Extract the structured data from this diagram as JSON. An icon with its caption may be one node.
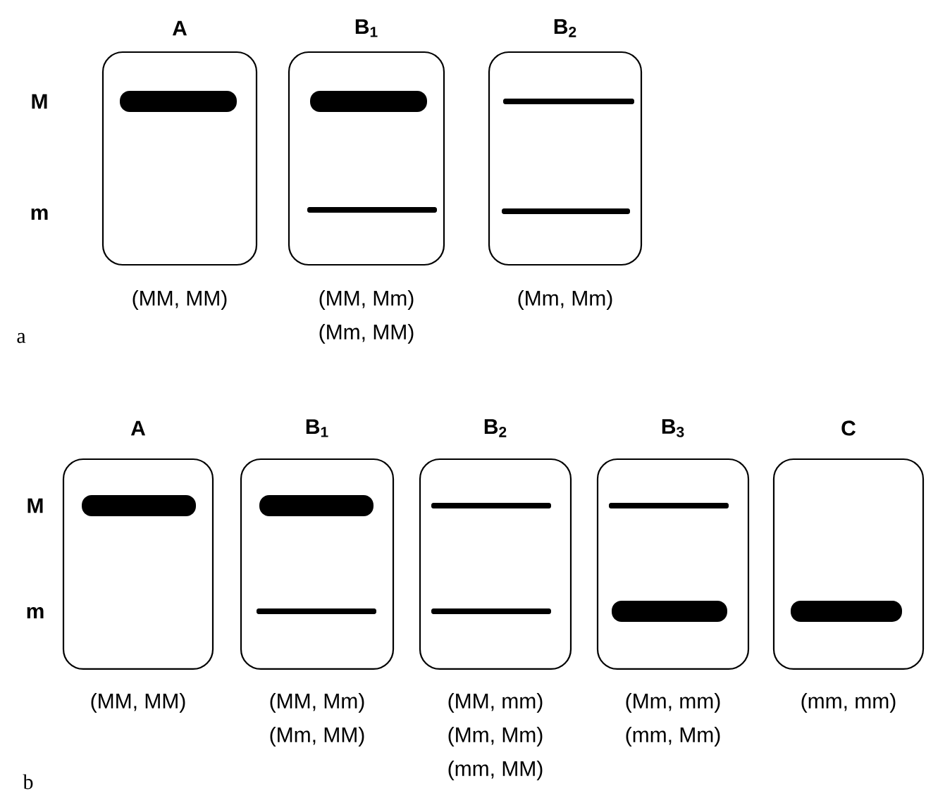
{
  "diagram": {
    "nodes": [
      {
        "text": [
          "A"
        ],
        "beside": [
          "(MM, MM)"
        ]
      },
      {
        "text": [],
        "shape": "bar",
        "in": 0
      },
      {
        "text": [
          "B$_{1}$"
        ],
        "beside": [
          "(MM, Mm)",
          "(Mm, MM)"
        ]
      },
      {
        "text": [],
        "shape": "bar",
        "in": 2
      },
      {
        "text": [],
        "shape": "line",
        "in": 2
      },
      {
        "text": [
          "B$_{2}$"
        ],
        "beside": [
          "(Mm, Mm)"
        ]
      },
      {
        "text": [],
        "shape": "line",
        "in": 5
      },
      {
        "text": [],
        "shape": "line",
        "in": 5
      },
      {
        "text": [
          "A"
        ],
        "beside": [
          "(MM, MM)"
        ]
      },
      {
        "text": [],
        "shape": "bar",
        "in": 8
      },
      {
        "text": [
          "B$_{1}$"
        ],
        "beside": [
          "(MM, Mm)",
          "(Mm, MM)"
        ]
      },
      {
        "text": [],
        "shape": "bar",
        "in": 10
      },
      {
        "text": [],
        "shape": "line",
        "in": 10
      },
      {
        "text": [
          "B$_{2}$"
        ],
        "beside": [
          "(MM, mm)",
          "(Mm, Mm)",
          "(mm, MM)"
        ]
      },
      {
        "text": [],
        "shape": "line",
        "in": 13
      },
      {
        "text": [],
        "shape": "line",
        "in": 13
      },
      {
        "text": [
          "B$_{3}$"
        ],
        "beside": [
          "(Mm, mm)",
          "(mm, Mm)"
        ]
      },
      {
        "text": [],
        "shape": "line",
        "in": 16
      },
      {
        "text": [],
        "shape": "bar",
        "in": 16
      },
      {
        "text": [
          "C"
        ],
        "beside": [
          "(mm, mm)"
        ]
      },
      {
        "text": [],
        "shape": "bar",
        "in": 19
      }
    ],
    "labels": [
      "M",
      "m",
      "a",
      "M",
      "m",
      "b"
    ]
  }
}
